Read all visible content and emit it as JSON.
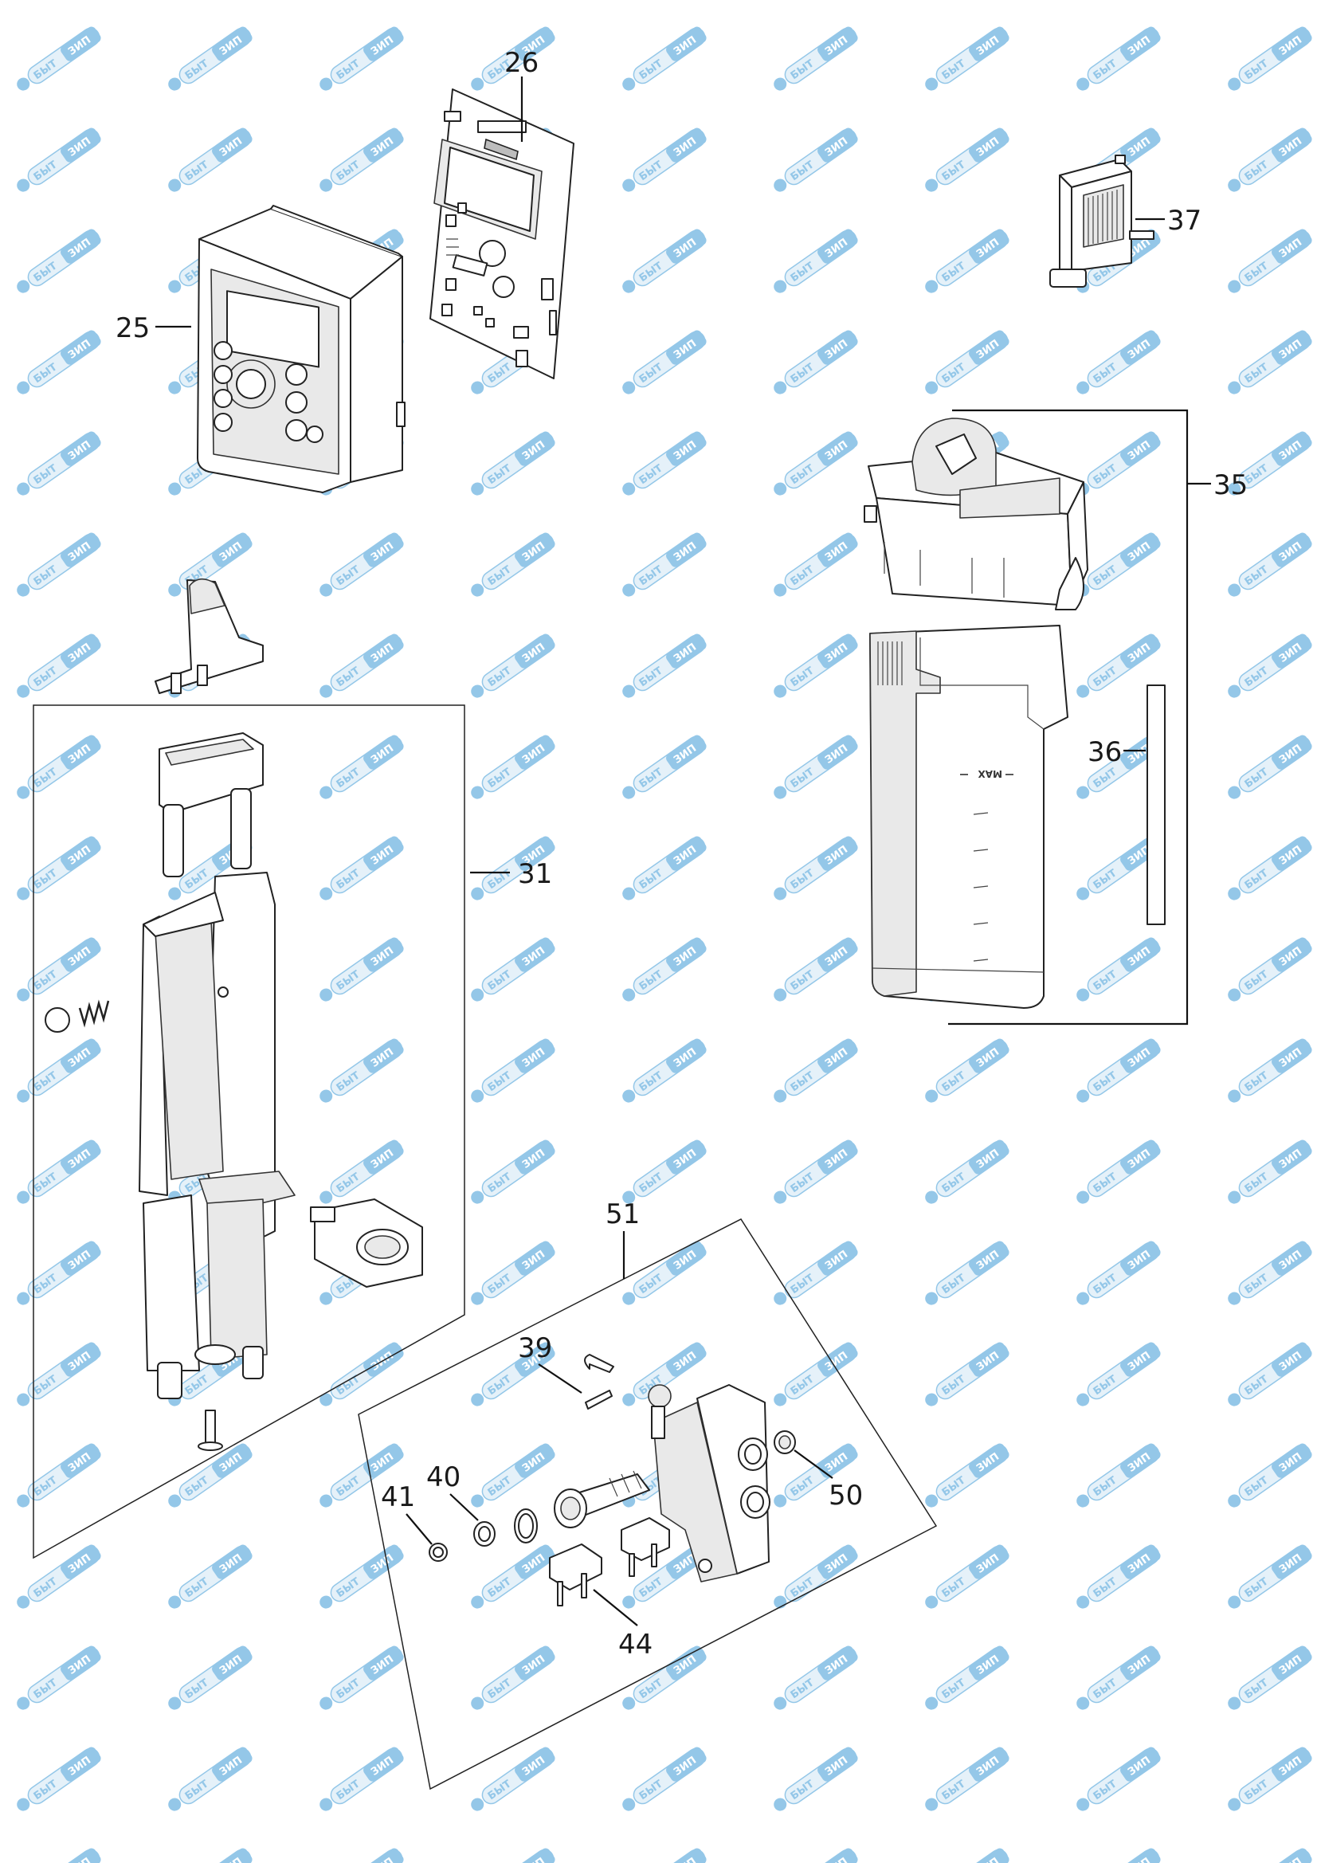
{
  "diagram": {
    "callouts": {
      "c25": "25",
      "c26": "26",
      "c31": "31",
      "c35": "35",
      "c36": "36",
      "c37": "37",
      "c39": "39",
      "c40": "40",
      "c41": "41",
      "c44": "44",
      "c50": "50",
      "c51": "51"
    },
    "tank_marking": "MAX"
  },
  "watermark": {
    "brand_a": "БЫТ",
    "brand_b": "ЗИП",
    "color_primary": "#3d9ad6",
    "color_light": "#cfe6f5"
  }
}
